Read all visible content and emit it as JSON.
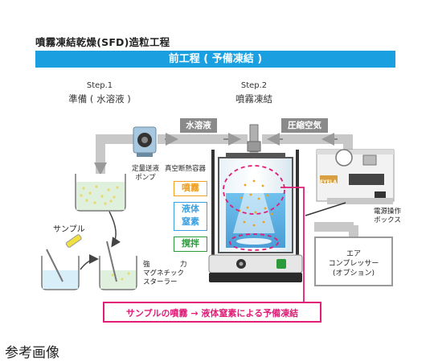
{
  "title": "噴霧凍結乾燥(SFD)造粒工程",
  "band": "前工程 ( 予備凍結 )",
  "step1": {
    "step": "Step.1",
    "name": "準備 ( 水溶液 )"
  },
  "step2": {
    "step": "Step.2",
    "name": "噴霧凍結"
  },
  "pipe_labels": {
    "water": "水溶液",
    "air": "圧縮空気"
  },
  "pump_label": [
    "定量送液",
    "ポンプ"
  ],
  "vessel_label": "真空断熱容器",
  "sample_label": "サンプル",
  "process_labels": {
    "spray": "噴霧",
    "ln2_1": "液体",
    "ln2_2": "窒素",
    "stir": "撹拌"
  },
  "stirrer_labels": {
    "strong": "強",
    "power": "力",
    "magnetic": "マグネチック",
    "stirrer": "スターラー"
  },
  "power_box": [
    "電源操作",
    "ボックス"
  ],
  "controller_brand": "EYELA",
  "compressor": [
    "エア",
    "コンプレッサー",
    "(オプション)"
  ],
  "caption": "サンプルの噴霧 → 液体窒素による予備凍結",
  "reference": "参考画像",
  "colors": {
    "band": "#1aa0e0",
    "accent_pink": "#e01e78",
    "spray_orange": "#f0a020",
    "ln2_blue": "#3aa0e0",
    "stir_green": "#2a9a3a",
    "pipe_gray": "#c8c8c8"
  }
}
